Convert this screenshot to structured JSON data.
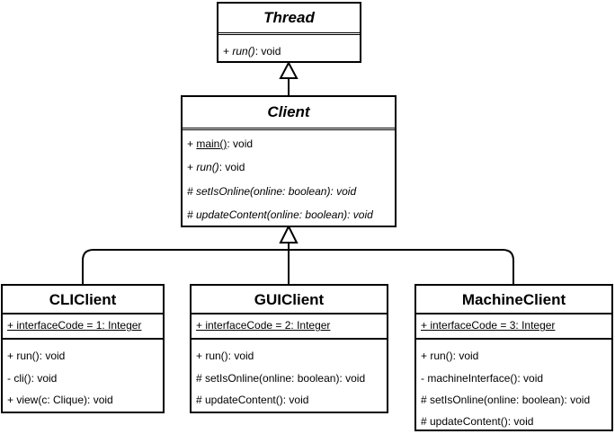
{
  "thread": {
    "name": "Thread",
    "ops": [
      {
        "vis": "+ ",
        "name": "run()",
        "type": ": void",
        "italic": true
      }
    ]
  },
  "client": {
    "name": "Client",
    "ops": [
      {
        "vis": "+ ",
        "name": "main()",
        "type": ": void",
        "static": true
      },
      {
        "vis": "+ ",
        "name": "run()",
        "type": ": void",
        "italic": true
      },
      {
        "text": "# setIsOnline(online: boolean): void"
      },
      {
        "text": "# updateContent(online: boolean): void"
      }
    ]
  },
  "cli_client": {
    "name": "CLIClient",
    "attr": "+ interfaceCode = 1: Integer",
    "ops": [
      "+ run(): void",
      "- cli(): void",
      "+ view(c: Clique): void"
    ]
  },
  "gui_client": {
    "name": "GUIClient",
    "attr": "+ interfaceCode = 2: Integer",
    "ops": [
      "+ run(): void",
      "# setIsOnline(online: boolean): void",
      "# updateContent(): void"
    ]
  },
  "machine_client": {
    "name": "MachineClient",
    "attr": "+ interfaceCode = 3: Integer",
    "ops": [
      "+ run(): void",
      "- machineInterface(): void",
      "# setIsOnline(online: boolean): void",
      "# updateContent(): void"
    ]
  }
}
